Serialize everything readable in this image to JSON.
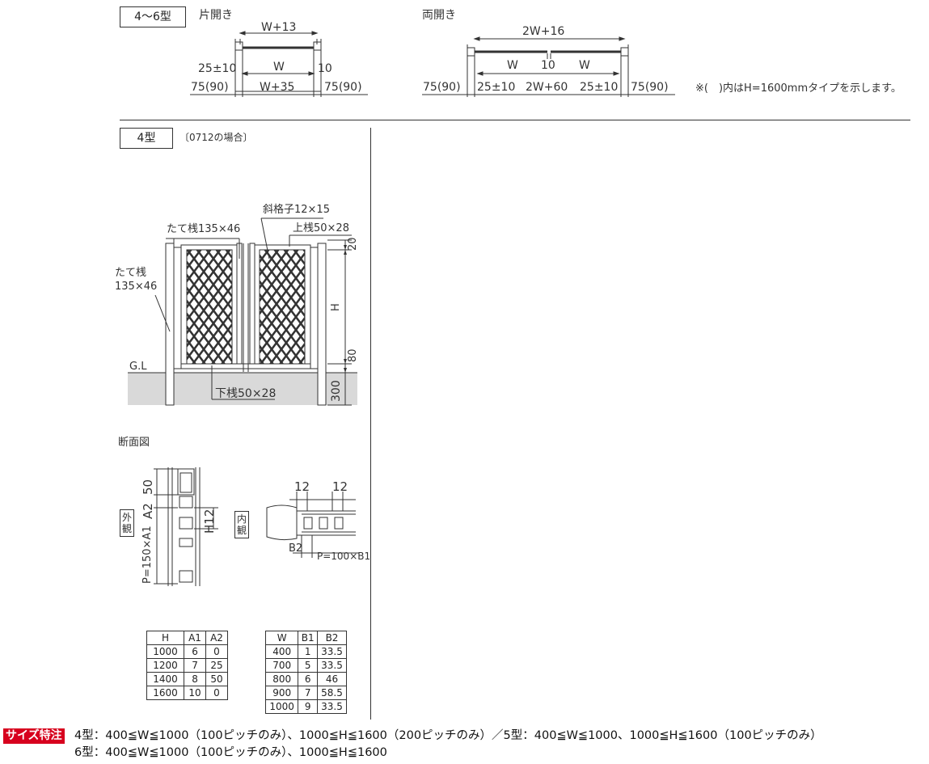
{
  "header": {
    "type_label": "4～6型",
    "single_label": "片開き",
    "double_label": "両開き",
    "note": "※(　)内はH=1600mmタイプを示します。"
  },
  "single": {
    "top_dim": "W+13",
    "gap_left": "25±10",
    "w": "W",
    "gap_right": "10",
    "post_left": "75(90)",
    "w35": "W+35",
    "post_right": "75(90)"
  },
  "double": {
    "top_dim": "2W+16",
    "w_left": "W",
    "center": "10",
    "w_right": "W",
    "post_left": "75(90)",
    "gap_left": "25±10",
    "w60": "2W+60",
    "gap_right": "25±10",
    "post_right": "75(90)"
  },
  "elevation": {
    "type_label": "4型",
    "case_note": "〔0712の場合〕",
    "lattice": "斜格子12×15",
    "post_label_top": "たて桟135×46",
    "top_rail": "上桟50×28",
    "left_post_1": "たて桟",
    "left_post_2": "135×46",
    "gl": "G.L",
    "bottom_rail": "下桟50×28",
    "dim_20": "20",
    "dim_h": "H",
    "dim_80": "80",
    "dim_300": "300"
  },
  "section": {
    "title": "断面図",
    "outside": "外観",
    "inside": "内観",
    "d50": "50",
    "a2": "A2",
    "h12": "H",
    "h12b": "12",
    "p": "P=150×A1",
    "w12a": "12",
    "w12b": "12",
    "b2": "B2",
    "pb": "P=100×B1"
  },
  "table_h": {
    "headers": [
      "H",
      "A1",
      "A2"
    ],
    "rows": [
      [
        "1000",
        "6",
        "0"
      ],
      [
        "1200",
        "7",
        "25"
      ],
      [
        "1400",
        "8",
        "50"
      ],
      [
        "1600",
        "10",
        "0"
      ]
    ]
  },
  "table_w": {
    "headers": [
      "W",
      "B1",
      "B2"
    ],
    "rows": [
      [
        "400",
        "1",
        "33.5"
      ],
      [
        "700",
        "5",
        "33.5"
      ],
      [
        "800",
        "6",
        "46"
      ],
      [
        "900",
        "7",
        "58.5"
      ],
      [
        "1000",
        "9",
        "33.5"
      ]
    ]
  },
  "footer": {
    "badge": "サイズ特注",
    "line1": "4型：400≦W≦1000（100ピッチのみ）、1000≦H≦1600（200ピッチのみ）／5型：400≦W≦1000、1000≦H≦1600（100ピッチのみ）",
    "line2": "6型：400≦W≦1000（100ピッチのみ）、1000≦H≦1600"
  }
}
